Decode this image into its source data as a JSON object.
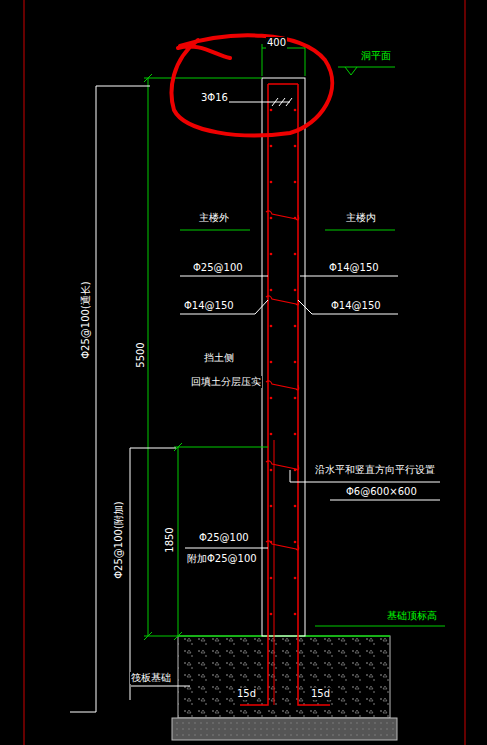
{
  "diagram": {
    "labels": [
      "400",
      "洞平面",
      "3Φ16",
      "主楼外",
      "主楼内",
      "Φ25@100",
      "Φ14@150",
      "Φ14@150",
      "Φ14@150",
      "挡土侧",
      "回填土分层压实",
      "5500",
      "Φ25@100(通长)",
      "Φ25@100(附加)",
      "1850",
      "沿水平和竖直方向平行设置",
      "Φ6@600×600",
      "Φ25@100",
      "附加Φ25@100",
      "基础顶标高",
      "筏板基础",
      "15d",
      "15d"
    ]
  }
}
